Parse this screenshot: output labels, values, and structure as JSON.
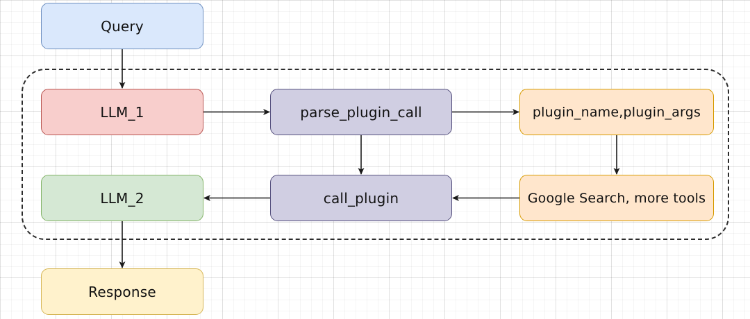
{
  "diagram": {
    "nodes": [
      {
        "id": "node-query",
        "label": "Query",
        "fill": "#dae8fc",
        "stroke": "#6c8ebf"
      },
      {
        "id": "node-llm1",
        "label": "LLM_1",
        "fill": "#f8cecc",
        "stroke": "#b85450"
      },
      {
        "id": "node-parse",
        "label": "parse_plugin_call",
        "fill": "#d0cee2",
        "stroke": "#56517e"
      },
      {
        "id": "node-args",
        "label": "plugin_name,plugin_args",
        "fill": "#ffe6cc",
        "stroke": "#d79b00"
      },
      {
        "id": "node-llm2",
        "label": "LLM_2",
        "fill": "#d5e8d4",
        "stroke": "#82b366"
      },
      {
        "id": "node-call",
        "label": "call_plugin",
        "fill": "#d0cee2",
        "stroke": "#56517e"
      },
      {
        "id": "node-tools",
        "label": "Google Search, more tools",
        "fill": "#ffe6cc",
        "stroke": "#d79b00"
      },
      {
        "id": "node-response",
        "label": "Response",
        "fill": "#fff2cc",
        "stroke": "#d6b656"
      }
    ],
    "edges": [
      {
        "from": "node-query",
        "to": "node-llm1"
      },
      {
        "from": "node-llm1",
        "to": "node-parse"
      },
      {
        "from": "node-parse",
        "to": "node-args"
      },
      {
        "from": "node-parse",
        "to": "node-call"
      },
      {
        "from": "node-args",
        "to": "node-tools"
      },
      {
        "from": "node-tools",
        "to": "node-call"
      },
      {
        "from": "node-call",
        "to": "node-llm2"
      },
      {
        "from": "node-llm2",
        "to": "node-response"
      }
    ],
    "edge_color": "#1a1a1a",
    "frame_style": "dashed"
  }
}
